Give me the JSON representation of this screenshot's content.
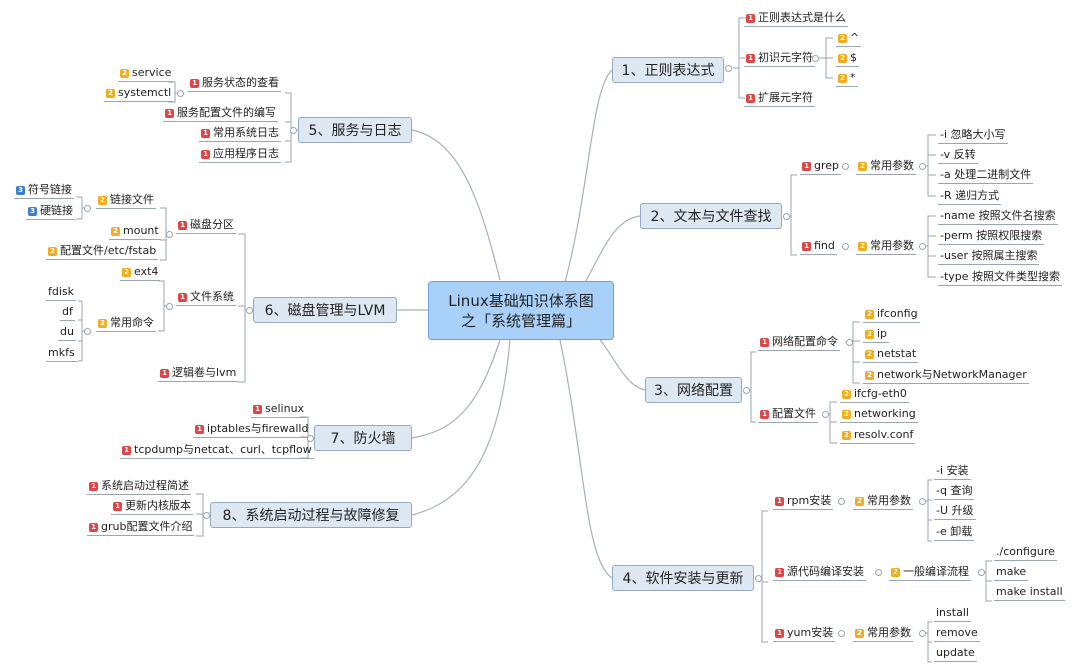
{
  "center": {
    "line1": "Linux基础知识体系图",
    "line2": "之「系统管理篇」"
  },
  "branches": {
    "regex": {
      "title": "1、正则表达式",
      "c1": "正则表达式是什么",
      "c2": "初识元字符",
      "c2a": "^",
      "c2b": "$",
      "c2c": "*",
      "c3": "扩展元字符"
    },
    "text": {
      "title": "2、文本与文件查找",
      "grep": "grep",
      "grep_params": "常用参数",
      "grep_opts": [
        "-i 忽略大小写",
        "-v 反转",
        "-a 处理二进制文件",
        "-R 递归方式"
      ],
      "find": "find",
      "find_params": "常用参数",
      "find_opts": [
        "-name 按照文件名搜索",
        "-perm 按照权限搜索",
        "-user  按照属主搜索",
        "-type  按照文件类型搜索"
      ]
    },
    "net": {
      "title": "3、网络配置",
      "cmd": "网络配置命令",
      "cmds": [
        "ifconfig",
        "ip",
        "netstat",
        "network与NetworkManager"
      ],
      "files": "配置文件",
      "file_list": [
        "ifcfg-eth0",
        "networking",
        "resolv.conf"
      ]
    },
    "soft": {
      "title": "4、软件安装与更新",
      "rpm": "rpm安装",
      "rpm_params": "常用参数",
      "rpm_opts": [
        "-i 安装",
        "-q 查询",
        "-U 升级",
        "-e 卸载"
      ],
      "src": "源代码编译安装",
      "src_flow": "一般编译流程",
      "src_steps": [
        "./configure",
        "make",
        "make install"
      ],
      "yum": "yum安装",
      "yum_params": "常用参数",
      "yum_opts": [
        "install",
        "remove",
        "update"
      ]
    },
    "svc": {
      "title": "5、服务与日志",
      "status": "服务状态的查看",
      "status_items": [
        "service",
        "systemctl"
      ],
      "config": "服务配置文件的编写",
      "syslog": "常用系统日志",
      "applog": "应用程序日志"
    },
    "disk": {
      "title": "6、磁盘管理与LVM",
      "partition": "磁盘分区",
      "link": "链接文件",
      "links": [
        "符号链接",
        "硬链接"
      ],
      "mount": "mount",
      "fstab": "配置文件/etc/fstab",
      "fs": "文件系统",
      "ext4": "ext4",
      "cmds_label": "常用命令",
      "cmds": [
        "fdisk",
        "df",
        "du",
        "mkfs"
      ],
      "lvm": "逻辑卷与lvm"
    },
    "fw": {
      "title": "7、防火墙",
      "items": [
        "selinux",
        "iptables与firewalld",
        "tcpdump与netcat、curl、tcpflow"
      ]
    },
    "boot": {
      "title": "8、系统启动过程与故障修复",
      "items": [
        "系统启动过程简述",
        "更新内核版本",
        "grub配置文件介绍"
      ]
    }
  },
  "colors": {
    "line": "#9aa6b2",
    "main_bg": "#dde8f3",
    "center_bg": "#a8d0f8",
    "p1": "#e04646",
    "p2": "#f2ac1c",
    "p3": "#3d7fcf"
  }
}
